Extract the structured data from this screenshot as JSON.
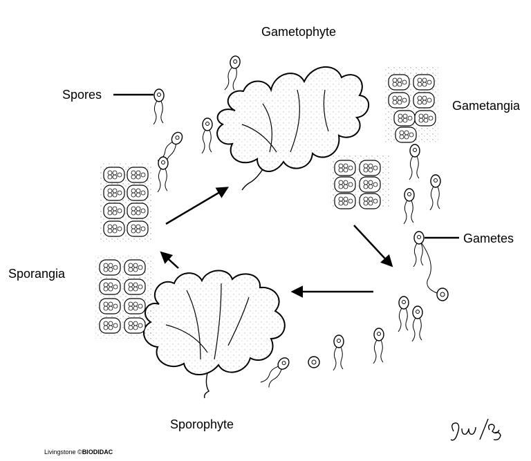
{
  "labels": {
    "gametophyte": "Gametophyte",
    "gametangia": "Gametangia",
    "spores": "Spores",
    "gametes": "Gametes",
    "sporangia": "Sporangia",
    "sporophyte": "Sporophyte"
  },
  "signature": "Jw/95",
  "credit": {
    "author": "Livingstone",
    "source": "BIODIDAC"
  }
}
